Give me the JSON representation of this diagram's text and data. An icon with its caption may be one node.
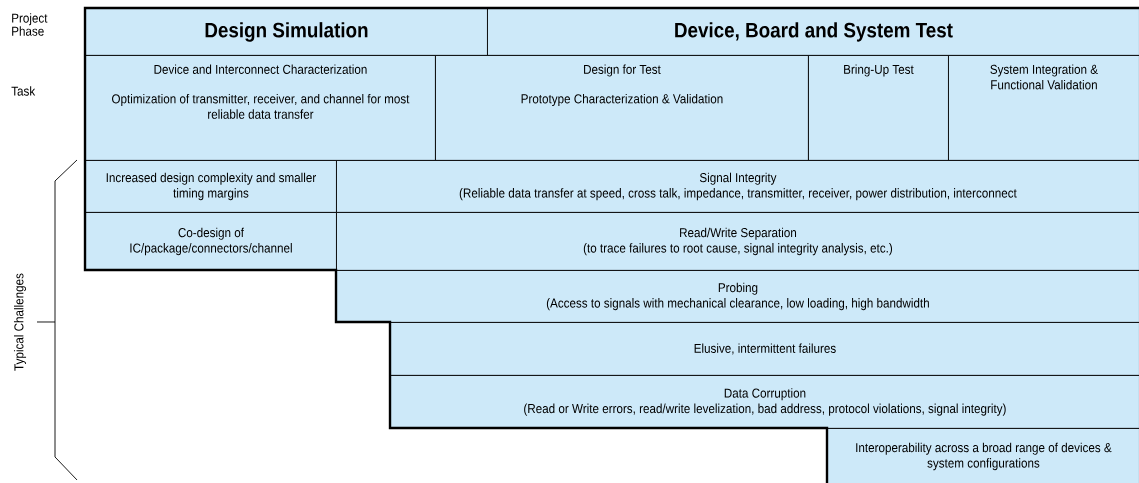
{
  "diagram": {
    "nodes": [
      {
        "text": [
          "Design Simulation"
        ]
      },
      {
        "text": [
          "Device, Board and System Test"
        ]
      },
      {
        "text": [
          "Device and Interconnect Characterization",
          "Optimization of transmitter, receiver, and channel for most reliable data transfer"
        ]
      },
      {
        "text": [
          "Design for Test",
          "Prototype Characterization & Validation"
        ]
      },
      {
        "text": [
          "Bring-Up Test"
        ]
      },
      {
        "text": [
          "System Integration & Functional Validation"
        ]
      },
      {
        "text": [
          "Increased design complexity and smaller timing margins"
        ]
      },
      {
        "text": [
          "Signal Integrity",
          "(Reliable data transfer at speed, cross talk, impedance, transmitter, receiver, power distribution, interconnect"
        ]
      },
      {
        "text": [
          "Co-design of IC/package/connectors/channel"
        ]
      },
      {
        "text": [
          "Read/Write Separation",
          "(to trace failures to root cause, signal integrity analysis, etc.)"
        ]
      },
      {
        "text": [
          "Probing",
          "(Access to signals with mechanical clearance, low loading, high bandwidth"
        ]
      },
      {
        "text": [
          "Elusive, intermittent failures"
        ]
      },
      {
        "text": [
          "Data Corruption",
          "(Read or Write errors, read/write levelization, bad address, protocol violations, signal integrity)"
        ]
      },
      {
        "text": [
          "Interoperability across a broad range of devices & system configurations"
        ]
      }
    ],
    "labels": [
      "Project Phase",
      "Task",
      "Typical Challenges"
    ]
  }
}
